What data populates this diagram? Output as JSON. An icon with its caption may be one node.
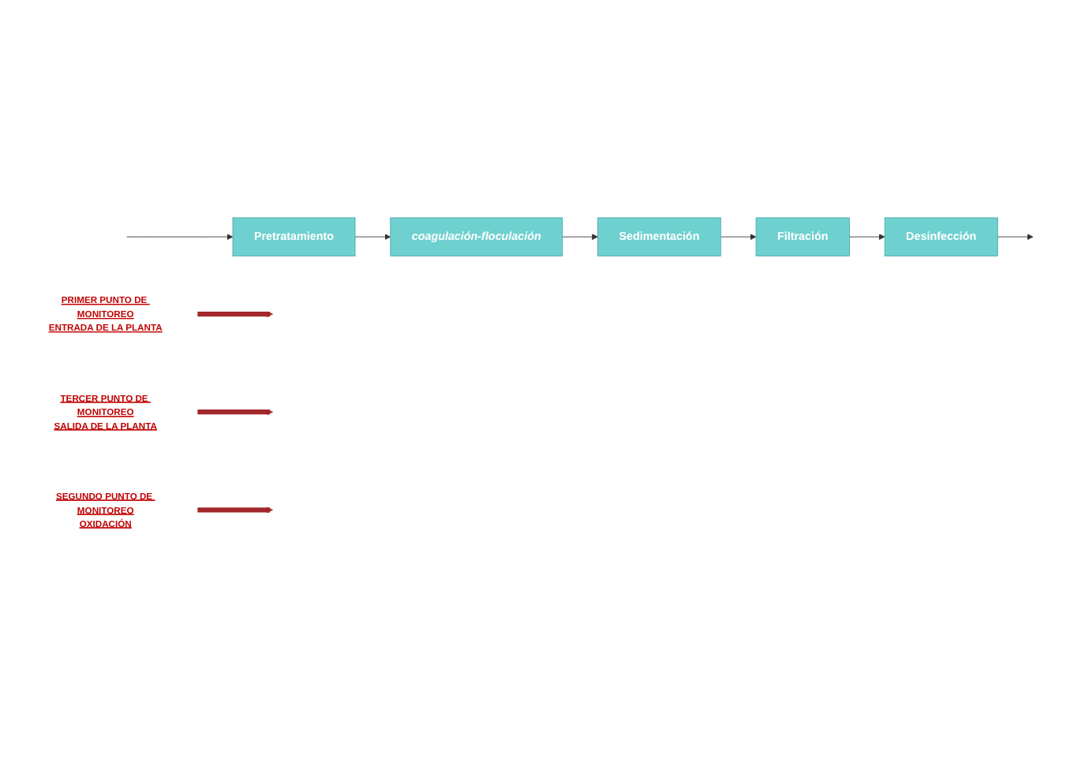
{
  "diagram": {
    "nodes": [
      {
        "text": [
          "PRIMER PUNTO DE MONITOREO",
          "ENTRADA DE LA PLANTA"
        ]
      },
      {
        "text": [
          "Pretratamiento"
        ]
      },
      {
        "text": [
          "coagulación-floculación"
        ]
      },
      {
        "text": [
          "Sedimentación"
        ]
      },
      {
        "text": [
          "Filtración"
        ]
      },
      {
        "text": [
          "Desinfección"
        ]
      },
      {
        "text": [
          "TERCER PUNTO DE MONITOREO",
          "SALIDA DE LA PLANTA"
        ]
      },
      {
        "text": [
          "SEGUNDO PUNTO DE MONITOREO",
          "OXIDACIÓN"
        ]
      }
    ],
    "edges": [
      {
        "from": null,
        "to": 1,
        "arrow": "to"
      },
      {
        "from": 1,
        "to": 2,
        "arrow": "to"
      },
      {
        "from": 2,
        "to": 3,
        "arrow": "to"
      },
      {
        "from": 3,
        "to": 4,
        "arrow": "to"
      },
      {
        "from": 4,
        "to": 5,
        "arrow": "to"
      },
      {
        "from": 5,
        "to": null,
        "arrow": "to"
      },
      {
        "from": 0,
        "to": null,
        "arrow": "to",
        "style": "thick",
        "color": "#a3282b"
      },
      {
        "from": 6,
        "to": null,
        "arrow": "to",
        "style": "thick",
        "color": "#a3282b"
      },
      {
        "from": 7,
        "to": null,
        "arrow": "to",
        "style": "thick",
        "color": "#a3282b"
      }
    ]
  }
}
